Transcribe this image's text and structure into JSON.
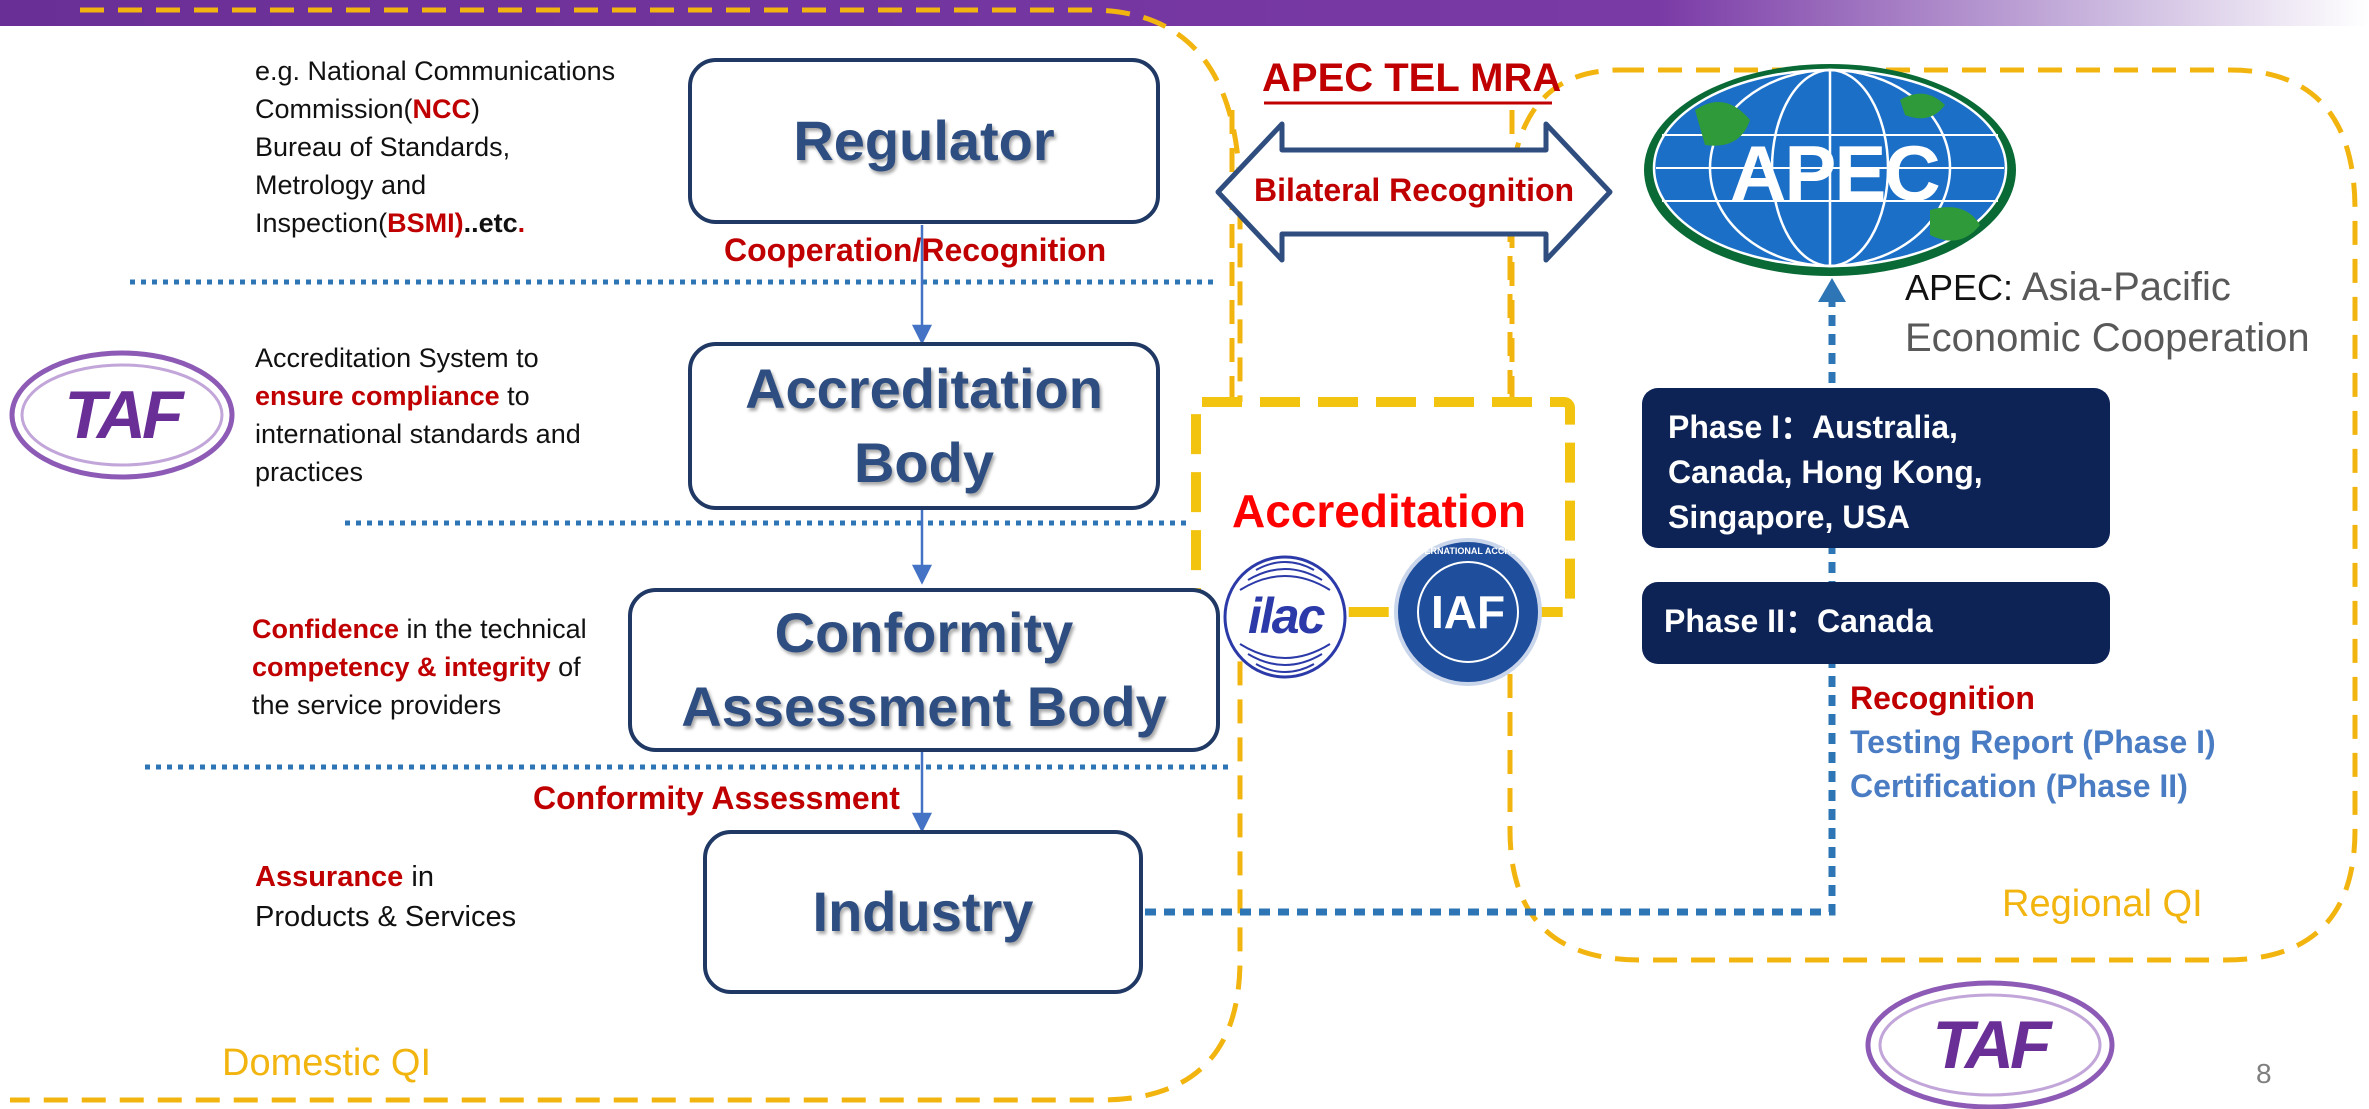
{
  "header": {
    "mra_title": "APEC TEL MRA",
    "bilateral": "Bilateral Recognition"
  },
  "boxes": {
    "regulator": "Regulator",
    "accreditation_body": "Accreditation\nBody",
    "cab": "Conformity\nAssessment Body",
    "industry": "Industry"
  },
  "flow_labels": {
    "cooperation": "Cooperation/Recognition",
    "conformity_assessment": "Conformity Assessment"
  },
  "notes": {
    "regulator": {
      "l1": "e.g. National Communications",
      "l2a": "Commission(",
      "l2b": "NCC",
      "l2c": ")",
      "l3": "Bureau of Standards,",
      "l4": "Metrology and",
      "l5a": "Inspection(",
      "l5b": "BSMI)",
      "l5c": "..etc",
      "l5d": "."
    },
    "accreditation": {
      "l1": "Accreditation System to",
      "l2a": "ensure compliance",
      "l2b": " to",
      "l3": "international standards and",
      "l4": "practices"
    },
    "cab": {
      "l1a": "Confidence",
      "l1b": " in the technical",
      "l2a": "competency & integrity",
      "l2b": " of",
      "l3": "the service providers"
    },
    "industry": {
      "l1a": "Assurance",
      "l1b": " in",
      "l2": "Products & Services"
    }
  },
  "accreditation_panel": {
    "title": "Accreditation",
    "ilac_logo": "ilac",
    "iaf_logo": "IAF",
    "iaf_ring": "INTERNATIONAL ACCREDITATION FORUM"
  },
  "apec": {
    "logo": "APEC",
    "caption_prefix": "APEC:",
    "caption_line1": " Asia-Pacific",
    "caption_line2": "Economic Cooperation"
  },
  "phases": {
    "phase1": {
      "l1": "Phase I：Australia,",
      "l2": "Canada, Hong Kong,",
      "l3": "Singapore, USA"
    },
    "phase2": "Phase II：Canada"
  },
  "recognition": {
    "title": "Recognition",
    "item1": "Testing Report (Phase I)",
    "item2": "Certification (Phase II)"
  },
  "zones": {
    "domestic": "Domestic QI",
    "regional": "Regional QI"
  },
  "logos": {
    "taf": "TAF"
  },
  "page_number": "8",
  "colors": {
    "accent_purple": "#6a2f96",
    "box_border": "#1f3864",
    "box_text": "#2e4d80",
    "red": "#c00000",
    "zone_yellow": "#f2b40f",
    "phase_navy": "#0d2356",
    "blue_text": "#4472c4"
  }
}
